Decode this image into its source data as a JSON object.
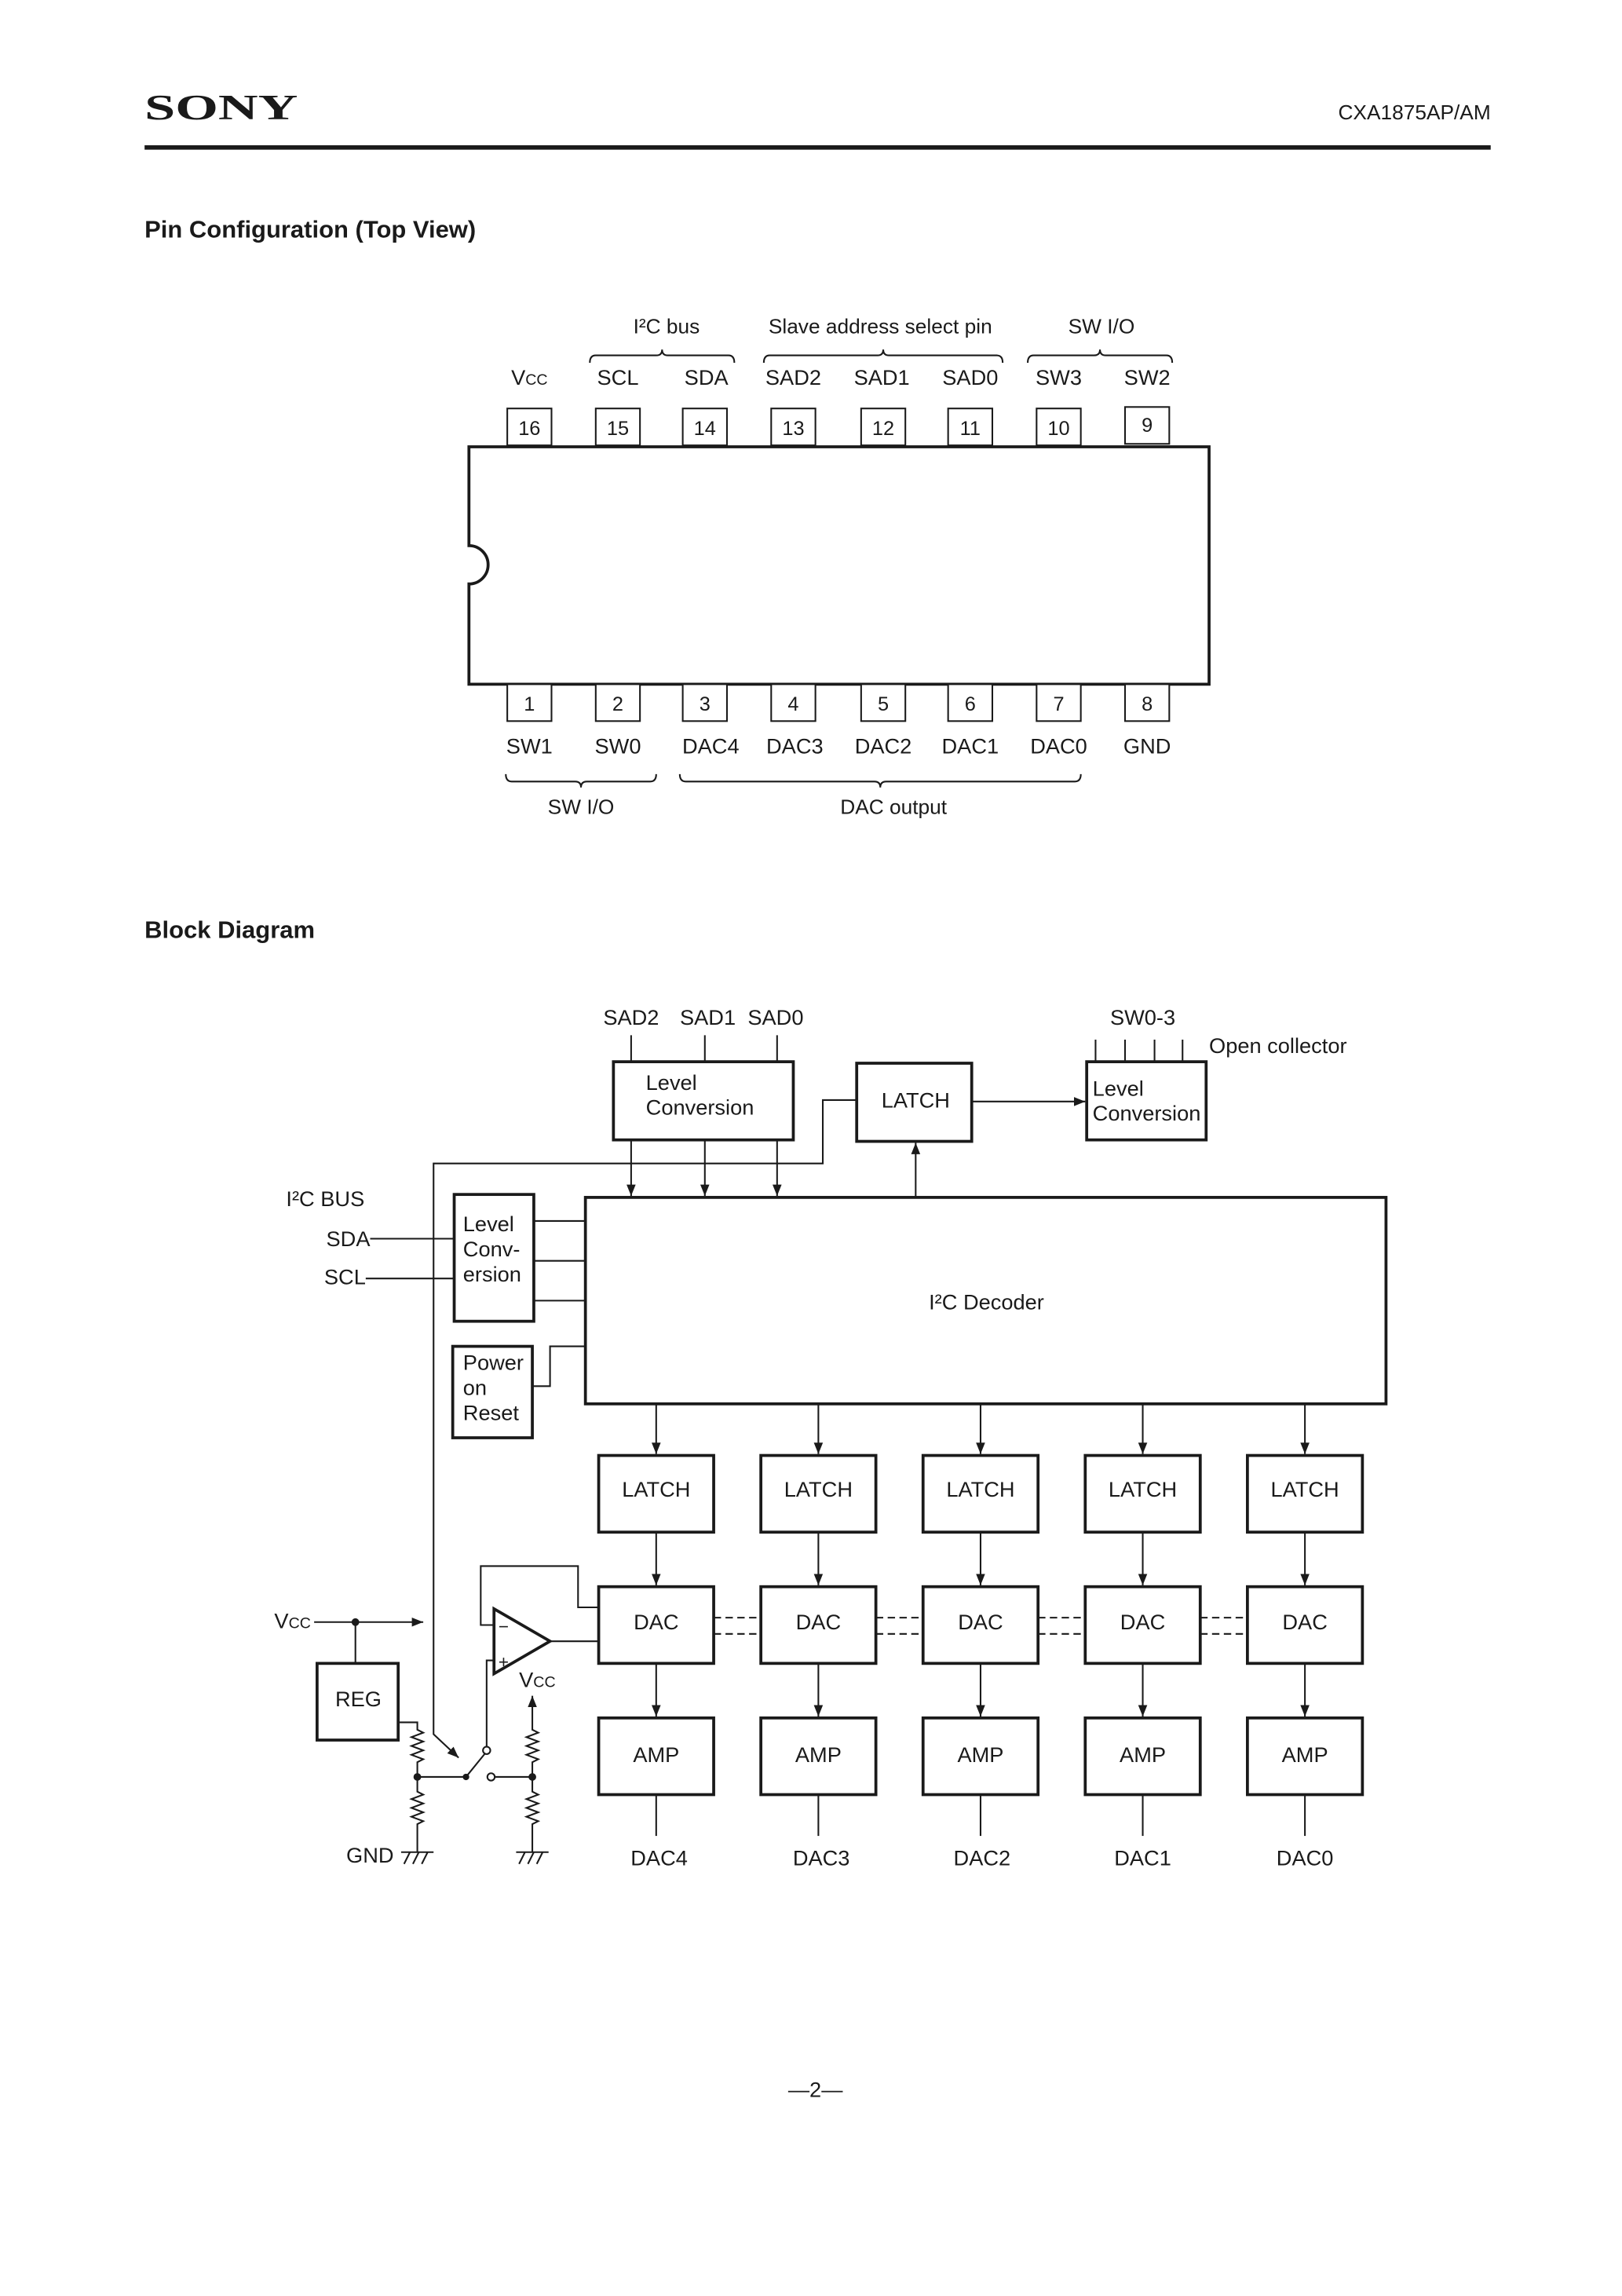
{
  "header": {
    "logo": "SONY",
    "part_number": "CXA1875AP/AM"
  },
  "pin_configuration": {
    "title": "Pin Configuration (Top View)",
    "top_groups": [
      "I²C bus",
      "Slave address select pin",
      "SW I/O"
    ],
    "top_pins": [
      {
        "number": "16",
        "name": "VCC"
      },
      {
        "number": "15",
        "name": "SCL"
      },
      {
        "number": "14",
        "name": "SDA"
      },
      {
        "number": "13",
        "name": "SAD2"
      },
      {
        "number": "12",
        "name": "SAD1"
      },
      {
        "number": "11",
        "name": "SAD0"
      },
      {
        "number": "10",
        "name": "SW3"
      },
      {
        "number": "9",
        "name": "SW2"
      }
    ],
    "bottom_pins": [
      {
        "number": "1",
        "name": "SW1"
      },
      {
        "number": "2",
        "name": "SW0"
      },
      {
        "number": "3",
        "name": "DAC4"
      },
      {
        "number": "4",
        "name": "DAC3"
      },
      {
        "number": "5",
        "name": "DAC2"
      },
      {
        "number": "6",
        "name": "DAC1"
      },
      {
        "number": "7",
        "name": "DAC0"
      },
      {
        "number": "8",
        "name": "GND"
      }
    ],
    "bottom_groups": [
      "SW I/O",
      "DAC output"
    ]
  },
  "block_diagram": {
    "title": "Block Diagram",
    "slave_address_inputs": [
      "SAD2",
      "SAD1",
      "SAD0"
    ],
    "address_level_conversion": [
      "Level",
      "Conversion"
    ],
    "switch_latch": "LATCH",
    "switch_outputs": "SW0-3",
    "switch_output_note": "Open collector",
    "switch_level_conversion": [
      "Level",
      "Conversion"
    ],
    "bus_label": "I²C BUS",
    "sda": "SDA",
    "scl": "SCL",
    "bus_level_conversion": [
      "Level",
      "Conv-",
      "ersion"
    ],
    "power_on_reset": [
      "Power",
      "on",
      "Reset"
    ],
    "decoder": "I²C Decoder",
    "channels": [
      {
        "latch": "LATCH",
        "dac": "DAC",
        "amp": "AMP",
        "output": "DAC4"
      },
      {
        "latch": "LATCH",
        "dac": "DAC",
        "amp": "AMP",
        "output": "DAC3"
      },
      {
        "latch": "LATCH",
        "dac": "DAC",
        "amp": "AMP",
        "output": "DAC2"
      },
      {
        "latch": "LATCH",
        "dac": "DAC",
        "amp": "AMP",
        "output": "DAC1"
      },
      {
        "latch": "LATCH",
        "dac": "DAC",
        "amp": "AMP",
        "output": "DAC0"
      }
    ],
    "supply_label": "VCC",
    "regulator": "REG",
    "opamp_supply_label": "VCC",
    "opamp_inverting": "−",
    "opamp_non_inverting": "+",
    "ground_label": "GND"
  },
  "footer": {
    "page_number": "—2—"
  }
}
